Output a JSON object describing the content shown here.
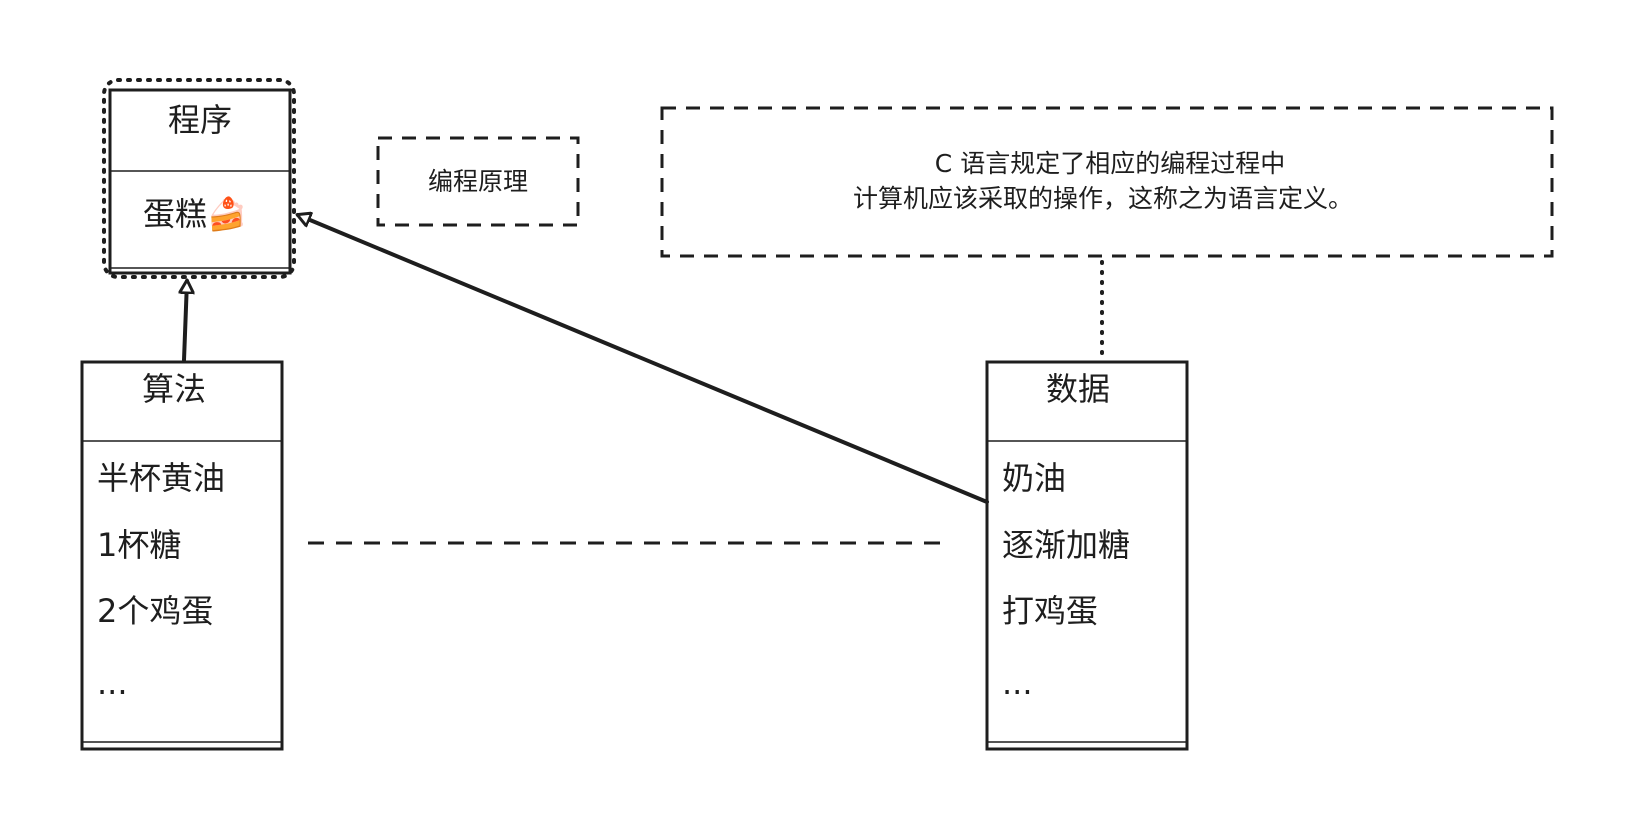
{
  "classes": {
    "program": {
      "title": "程序",
      "attributes": [
        "蛋糕🍰"
      ]
    },
    "algorithm": {
      "title": "算法",
      "attributes": [
        "半杯黄油",
        "1杯糖",
        "2个鸡蛋",
        "..."
      ]
    },
    "data": {
      "title": "数据",
      "attributes": [
        "奶油",
        "逐渐加糖",
        "打鸡蛋",
        "..."
      ]
    }
  },
  "notes": {
    "principle": "编程原理",
    "definition": {
      "line1": "C 语言规定了相应的编程过程中",
      "line2": "计算机应该采取的操作，这称之为语言定义。"
    }
  },
  "colors": {
    "stroke": "#1e1e1e",
    "background": "#ffffff"
  }
}
